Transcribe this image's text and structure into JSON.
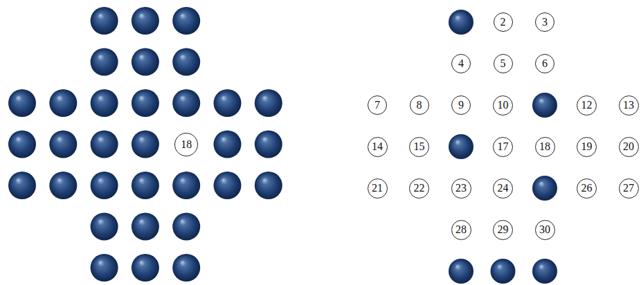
{
  "diagram": {
    "nodes": [
      {
        "text": [
          "18"
        ]
      },
      {
        "text": [
          "2"
        ]
      },
      {
        "text": [
          "3"
        ]
      },
      {
        "text": [
          "4"
        ]
      },
      {
        "text": [
          "5"
        ]
      },
      {
        "text": [
          "6"
        ]
      },
      {
        "text": [
          "7"
        ]
      },
      {
        "text": [
          "8"
        ]
      },
      {
        "text": [
          "9"
        ]
      },
      {
        "text": [
          "10"
        ]
      },
      {
        "text": [
          "12"
        ]
      },
      {
        "text": [
          "13"
        ]
      },
      {
        "text": [
          "14"
        ]
      },
      {
        "text": [
          "15"
        ]
      },
      {
        "text": [
          "17"
        ]
      },
      {
        "text": [
          "18"
        ]
      },
      {
        "text": [
          "19"
        ]
      },
      {
        "text": [
          "20"
        ]
      },
      {
        "text": [
          "21"
        ]
      },
      {
        "text": [
          "22"
        ]
      },
      {
        "text": [
          "23"
        ]
      },
      {
        "text": [
          "24"
        ]
      },
      {
        "text": [
          "26"
        ]
      },
      {
        "text": [
          "27"
        ]
      },
      {
        "text": [
          "28"
        ]
      },
      {
        "text": [
          "29"
        ]
      },
      {
        "text": [
          "30"
        ]
      }
    ]
  }
}
